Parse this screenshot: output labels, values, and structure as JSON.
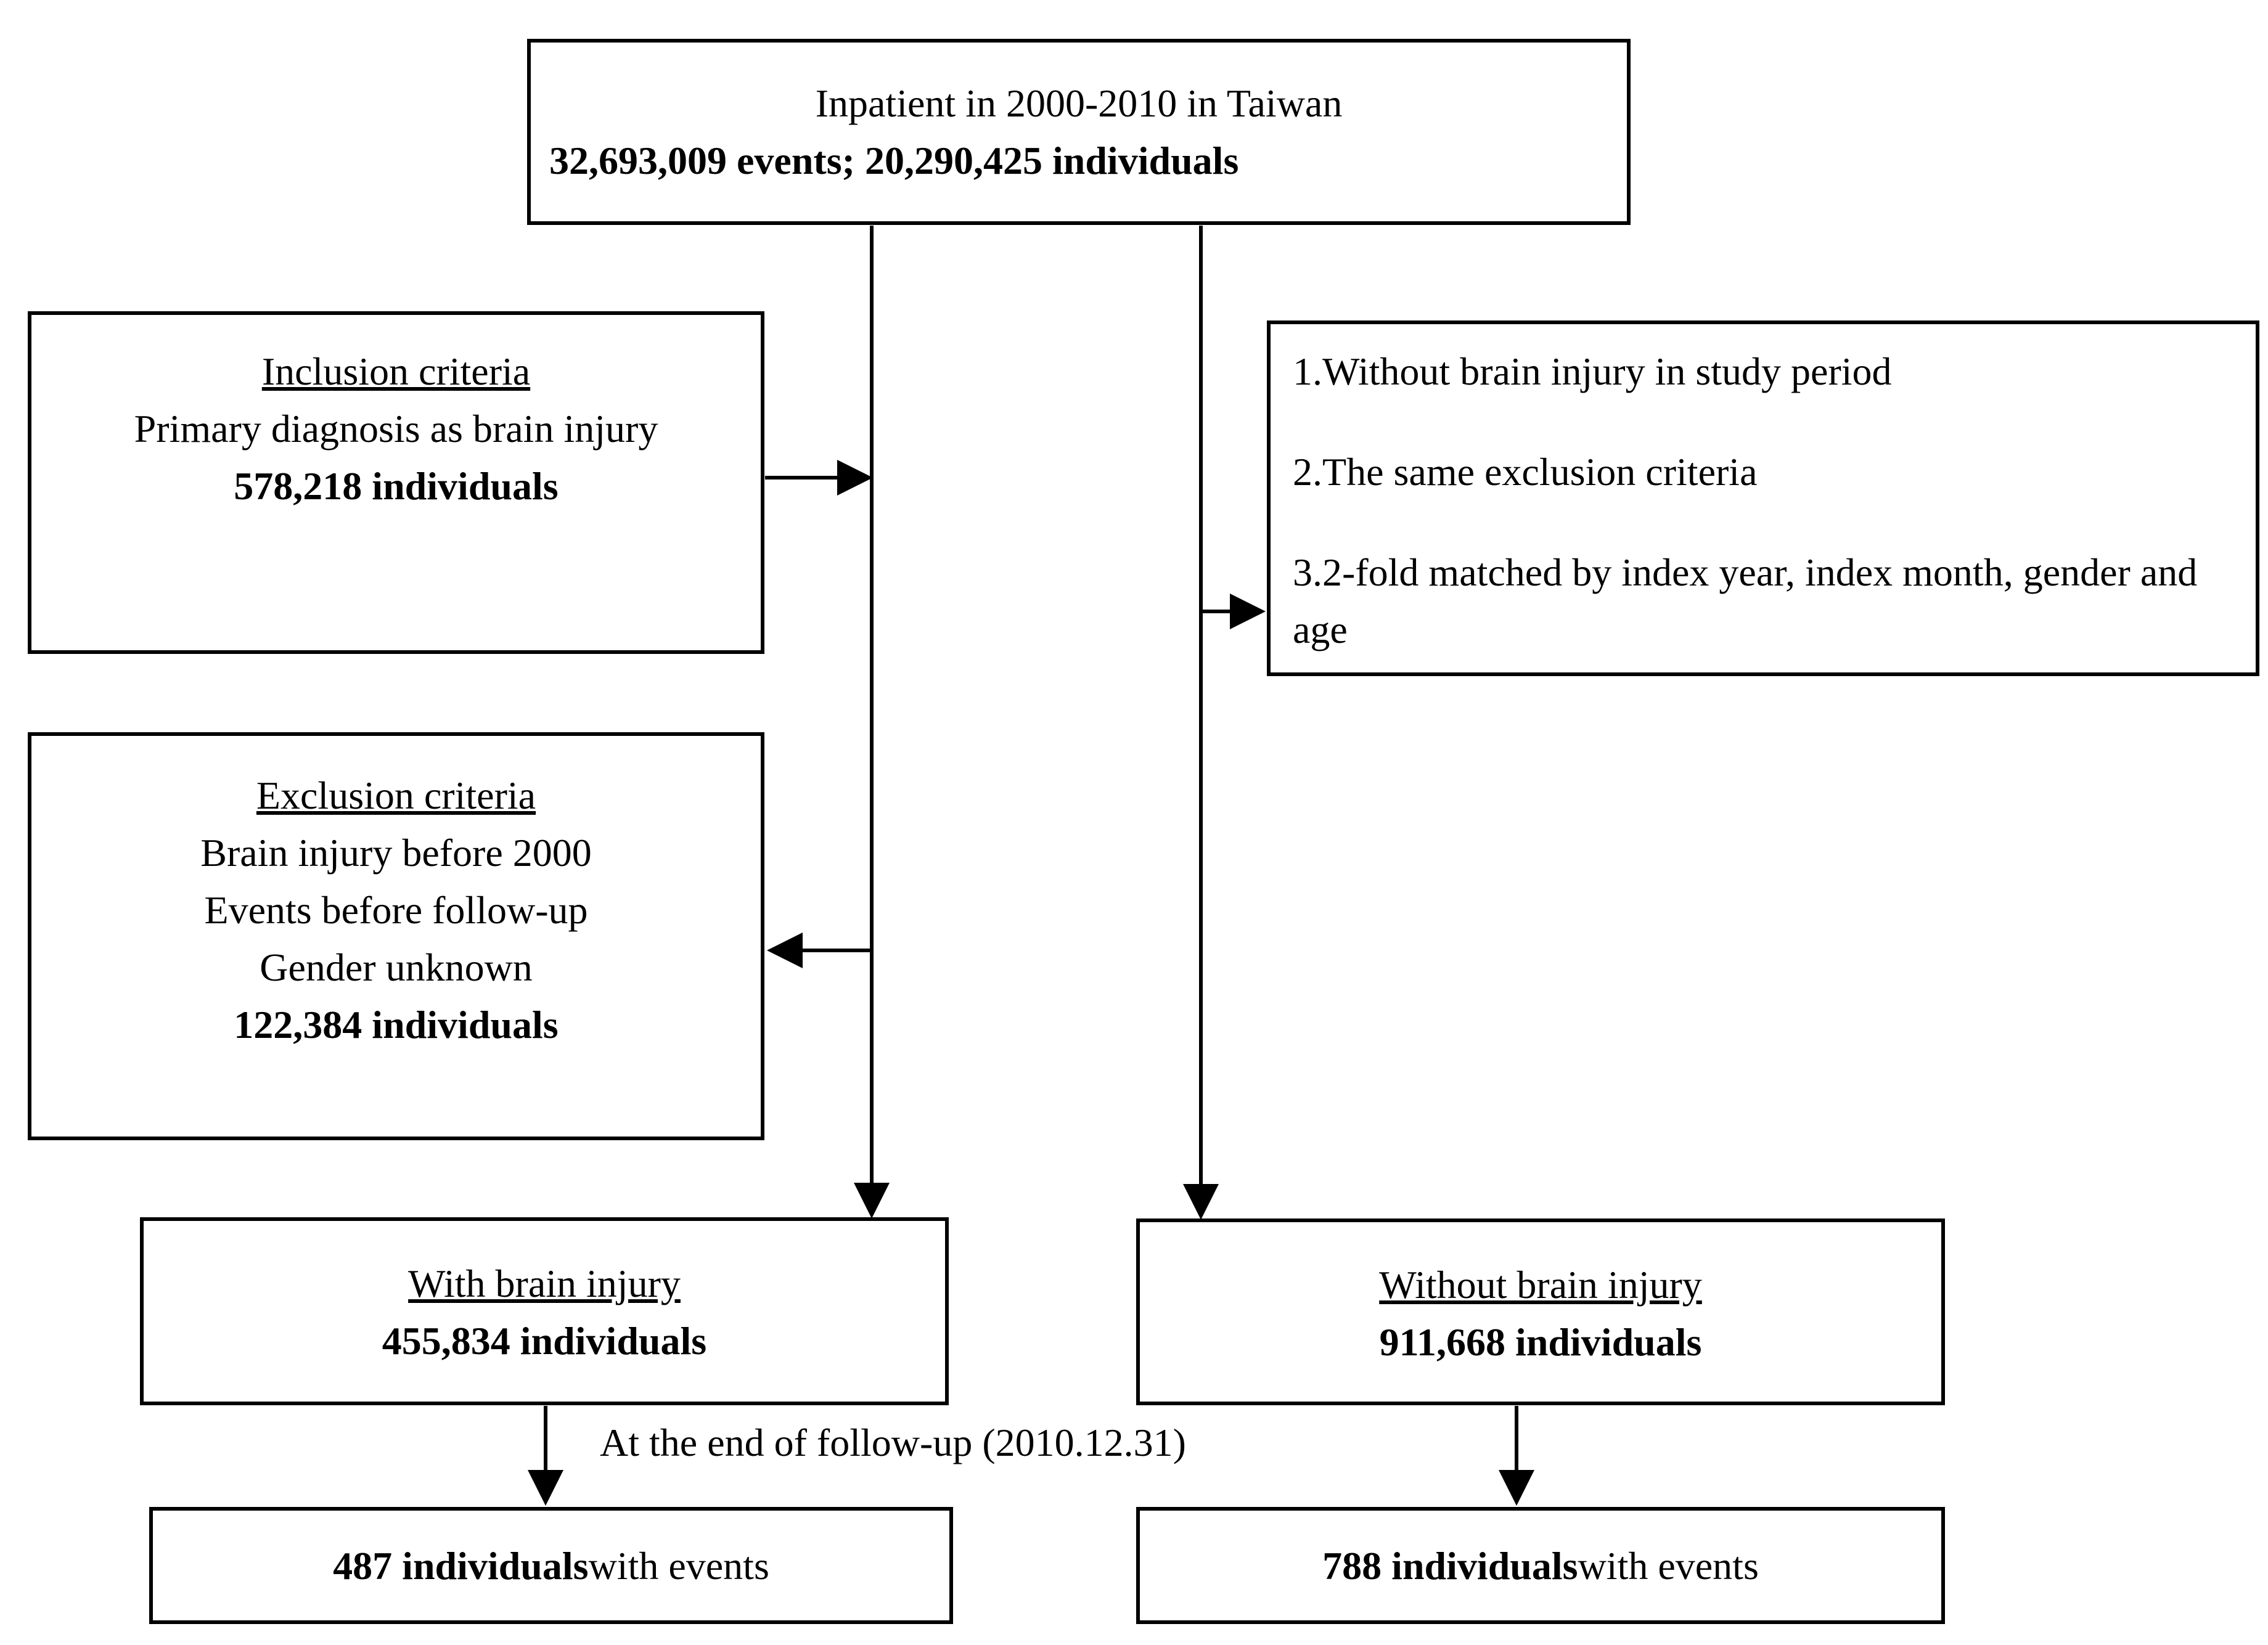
{
  "diagram": {
    "colors": {
      "ink": "#000000",
      "paper": "#ffffff"
    },
    "source_population": {
      "line1": "Inpatient in 2000-2010 in Taiwan",
      "line2": "32,693,009 events; 20,290,425 individuals"
    },
    "inclusion": {
      "title": "Inclusion criteria",
      "lines": [
        "Primary diagnosis as brain injury"
      ],
      "count": "578,218 individuals"
    },
    "matching": {
      "items": [
        "1.Without brain injury in study period",
        "2.The same exclusion criteria",
        "3.2-fold matched by index year, index month, gender and age"
      ]
    },
    "exclusion": {
      "title": "Exclusion criteria",
      "lines": [
        "Brain injury before 2000",
        "Events before follow-up",
        "Gender unknown"
      ],
      "count": "122,384 individuals"
    },
    "with_injury": {
      "title": "With brain injury",
      "count": "455,834 individuals"
    },
    "without_injury": {
      "title": "Without brain injury",
      "count": "911,668 individuals"
    },
    "followup_note": "At the end of follow-up (2010.12.31)",
    "with_events": {
      "bold": "487 individuals",
      "rest": " with events"
    },
    "without_events": {
      "bold": "788 individuals",
      "rest": " with events"
    }
  }
}
